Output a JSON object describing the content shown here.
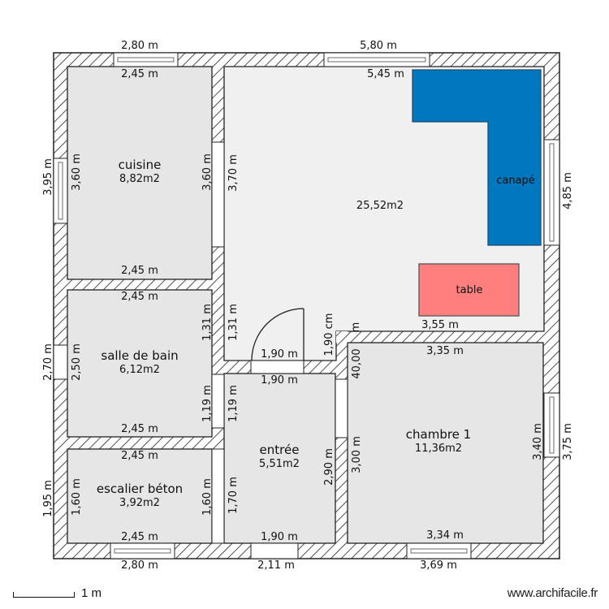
{
  "plan": {
    "rooms": [
      {
        "id": "cuisine",
        "name": "cuisine",
        "area": "8,82m2"
      },
      {
        "id": "salle-de-bain",
        "name": "salle de bain",
        "area": "6,12m2"
      },
      {
        "id": "escalier",
        "name": "escalier béton",
        "area": "3,92m2"
      },
      {
        "id": "entree",
        "name": "entrée",
        "area": "5,51m2"
      },
      {
        "id": "chambre-1",
        "name": "chambre 1",
        "area": "11,36m2"
      },
      {
        "id": "sejour",
        "name": "",
        "area": "25,52m2"
      }
    ],
    "furniture": {
      "canape": {
        "label": "canapé",
        "color": "#0077be"
      },
      "table": {
        "label": "table",
        "color": "#ff7f7f"
      }
    },
    "dimensions": {
      "top_outer_left": "2,80 m",
      "top_outer_right": "5,80 m",
      "cuisine_top": "2,45 m",
      "cuisine_bottom": "2,45 m",
      "cuisine_left": "3,60 m",
      "cuisine_right": "3,60 m",
      "outer_left_cuisine": "3,95 m",
      "living_left": "3,70 m",
      "living_top": "5,45 m",
      "outer_right_living": "4,85 m",
      "sdb_top": "2,45 m",
      "sdb_bottom": "2,45 m",
      "sdb_left": "2,50 m",
      "outer_left_sdb": "2,70 m",
      "sdb_right_upper": "1,31 m",
      "sdb_right_lower": "1,19 m",
      "hall_left_upper": "1,31 m",
      "door_width": "1,90 m",
      "hall_dim_cm": "1,90 cm",
      "hall_short": "m",
      "entree_top": "1,90 m",
      "entree_bottom": "1,90 m",
      "entree_left_upper": "1,19 m",
      "entree_left_lower": "1,70 m",
      "entree_right": "2,90 m",
      "esc_top": "2,45 m",
      "esc_bottom": "2,45 m",
      "esc_left": "1,60 m",
      "esc_right": "1,60 m",
      "outer_left_esc": "1,95 m",
      "bottom_outer_left": "2,80 m",
      "bottom_outer_mid": "2,11 m",
      "bottom_outer_right": "3,69 m",
      "living_bottom": "3,55 m",
      "chambre_top": "3,35 m",
      "chambre_bottom": "3,34 m",
      "chambre_left_upper": "40,00",
      "chambre_left": "3,00 m",
      "chambre_right": "3,40 m",
      "outer_right_chambre": "3,75 m"
    }
  },
  "footer": {
    "scale_label": "1 m",
    "site": "www.archifacile.fr"
  },
  "colors": {
    "room_fill": "#e6e6e6",
    "living_fill": "#f0f0f0",
    "wall_line": "#222222"
  }
}
